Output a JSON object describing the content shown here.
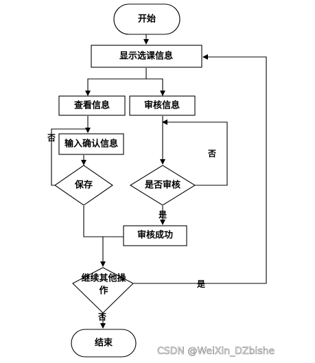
{
  "nodes": {
    "start": "开始",
    "show_course_info": "显示选课信息",
    "view_info": "查看信息",
    "review_info": "审核信息",
    "input_confirm": "输入确认信息",
    "save": "保存",
    "is_reviewed": "是否审核",
    "review_success": "审核成功",
    "continue_line1": "继续其他操",
    "continue_line2": "作",
    "end": "结束"
  },
  "edge_labels": {
    "save_no": "否",
    "review_no": "否",
    "review_yes": "是",
    "continue_yes": "是",
    "continue_no": "否"
  },
  "watermark": "CSDN @WeiXin_DZbishe"
}
